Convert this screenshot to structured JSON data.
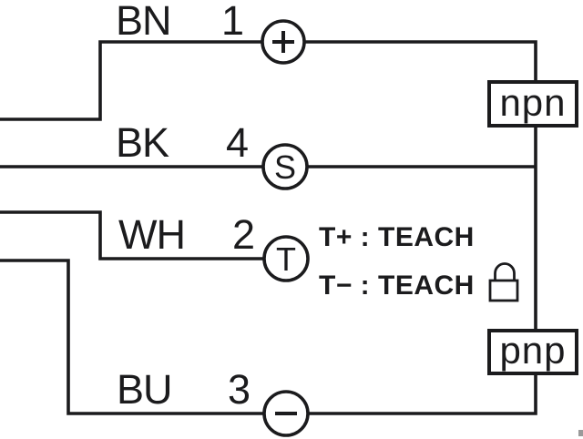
{
  "colors": {
    "line": "#1b1b1d",
    "background": "#ffffff"
  },
  "wires": [
    {
      "label": "BN",
      "pin": "1",
      "symbol": "+"
    },
    {
      "label": "BK",
      "pin": "4",
      "symbol": "S"
    },
    {
      "label": "WH",
      "pin": "2",
      "symbol": "T"
    },
    {
      "label": "BU",
      "pin": "3",
      "symbol": "-"
    }
  ],
  "outputs": {
    "npn_label": "npn",
    "pnp_label": "pnp"
  },
  "teach": {
    "line1": "T+ : TEACH",
    "line2": "T− : TEACH"
  }
}
